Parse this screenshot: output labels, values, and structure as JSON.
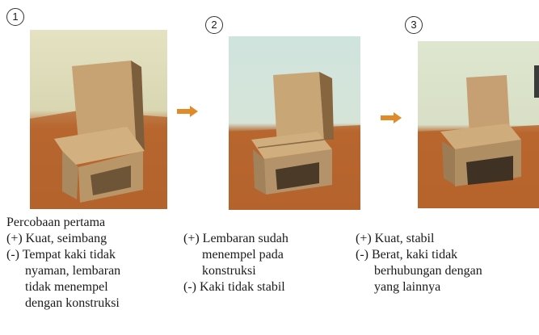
{
  "steps": [
    {
      "number": "1",
      "title": "Percobaan pertama",
      "lines": [
        {
          "text": "(+) Kuat, seimbang",
          "indent": false
        },
        {
          "text": "(-) Tempat kaki tidak",
          "indent": false
        },
        {
          "text": "nyaman, lembaran",
          "indent": true
        },
        {
          "text": "tidak menempel",
          "indent": true
        },
        {
          "text": "dengan konstruksi",
          "indent": true
        }
      ]
    },
    {
      "number": "2",
      "title": "",
      "lines": [
        {
          "text": "(+) Lembaran sudah",
          "indent": false
        },
        {
          "text": "menempel pada",
          "indent": true
        },
        {
          "text": "konstruksi",
          "indent": true
        },
        {
          "text": "(-) Kaki tidak stabil",
          "indent": false
        }
      ]
    },
    {
      "number": "3",
      "title": "",
      "lines": [
        {
          "text": "(+) Kuat, stabil",
          "indent": false
        },
        {
          "text": "(-) Berat, kaki tidak",
          "indent": false
        },
        {
          "text": "berhubungan dengan",
          "indent": true
        },
        {
          "text": "yang lainnya",
          "indent": true
        }
      ]
    }
  ],
  "colors": {
    "arrow": "#e08a2a",
    "cardboard": "#c9a476",
    "cardboard_dark": "#8a6a45",
    "table": "#b8652e"
  }
}
